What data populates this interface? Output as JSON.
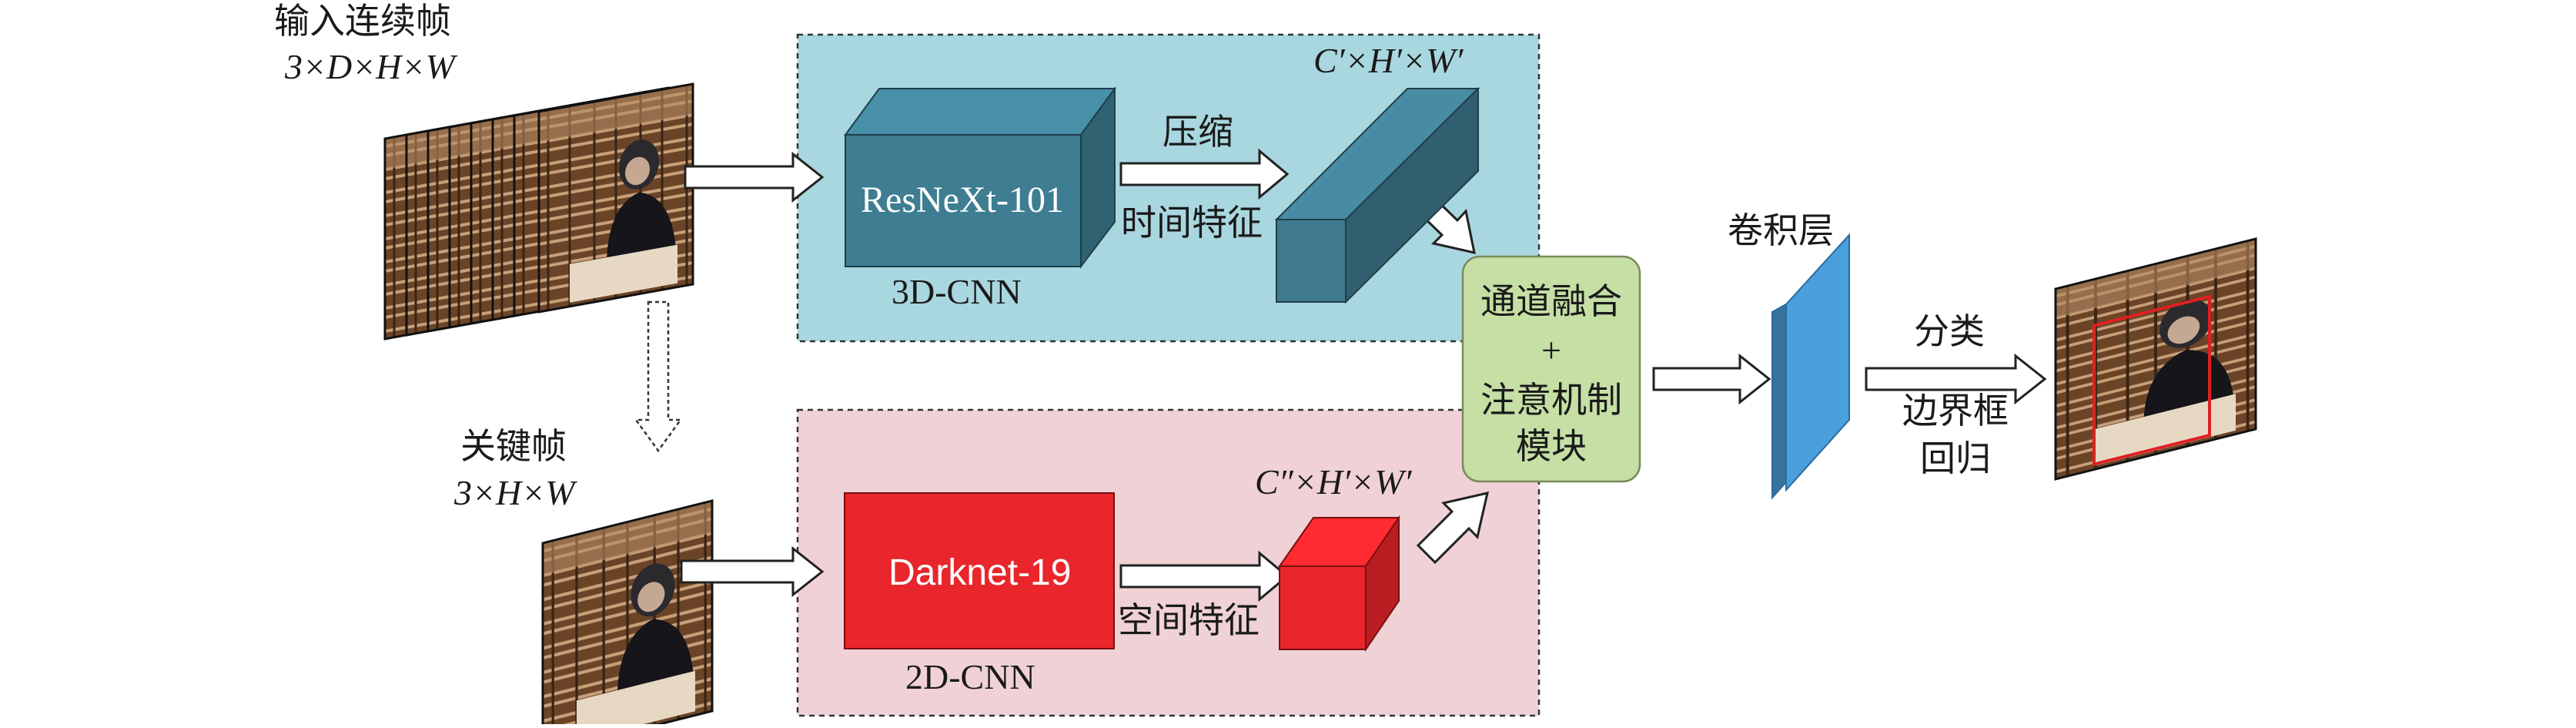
{
  "colors": {
    "panel_3d": "#a9d7df",
    "panel_2d": "#efd1d6",
    "resnext_block": "#3e7d92",
    "cuboid_3d": "#3f7a8e",
    "darknet_block": "#e8262b",
    "cuboid_2d": "#e8262b",
    "fusion_block": "#c5dfa5",
    "conv_layer": "#4b9fdc",
    "frame_border": "#222222"
  },
  "input": {
    "label": "输入连续帧",
    "dims": "3×D×H×W"
  },
  "keyframe": {
    "label": "关键帧",
    "dims": "3×H×W"
  },
  "branch_3d": {
    "block": "ResNeXt-101",
    "caption": "3D-CNN",
    "arrow_top": "压缩",
    "arrow_bottom": "时间特征",
    "output_dims": "C′×H′×W′"
  },
  "branch_2d": {
    "block": "Darknet-19",
    "caption": "2D-CNN",
    "arrow_bottom": "空间特征",
    "output_dims": "C″×H′×W′"
  },
  "fusion": {
    "line1": "通道融合",
    "line2": "+",
    "line3": "注意机制",
    "line4": "模块"
  },
  "conv": {
    "label": "卷积层"
  },
  "head": {
    "classify": "分类",
    "bbox_line1": "边界框",
    "bbox_line2": "回归"
  },
  "icons": [
    "video-frame-stack-icon",
    "keyframe-image-icon",
    "output-detection-image-icon",
    "hollow-arrow-icon",
    "dashed-arrow-icon"
  ]
}
